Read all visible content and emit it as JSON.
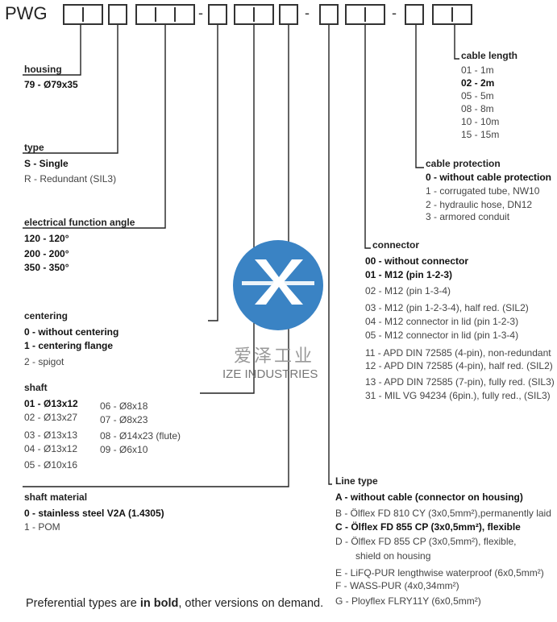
{
  "code": {
    "prefix": "PWG",
    "separators": [
      "-",
      "-",
      "-",
      "-"
    ]
  },
  "sections": {
    "housing": {
      "title": "housing",
      "items": [
        {
          "text": "79  -  Ø79x35",
          "bold": true
        }
      ]
    },
    "type": {
      "title": "type",
      "items": [
        {
          "text": "S  -  Single",
          "bold": true
        },
        {
          "text": "R  -  Redundant (SIL3)",
          "bold": false
        }
      ]
    },
    "angle": {
      "title": "electrical function angle",
      "items": [
        {
          "text": "120  -  120°",
          "bold": true
        },
        {
          "text": "200  -  200°",
          "bold": true
        },
        {
          "text": "350  -  350°",
          "bold": true
        }
      ]
    },
    "centering": {
      "title": "centering",
      "items": [
        {
          "text": "0  -  without centering",
          "bold": true
        },
        {
          "text": "1  -  centering flange",
          "bold": true
        },
        {
          "text": "2  -  spigot",
          "bold": false
        }
      ]
    },
    "shaft": {
      "title": "shaft",
      "items": [
        {
          "text": "01  -  Ø13x12",
          "bold": true
        },
        {
          "text": "02  -  Ø13x27",
          "bold": false
        },
        {
          "text": "03  -  Ø13x13",
          "bold": false
        },
        {
          "text": "04  -  Ø13x12",
          "bold": false
        },
        {
          "text": "05  -  Ø10x16",
          "bold": false
        },
        {
          "text": "06  -  Ø8x18",
          "bold": false
        },
        {
          "text": "07  -  Ø8x23",
          "bold": false
        },
        {
          "text": "08  -  Ø14x23 (flute)",
          "bold": false
        },
        {
          "text": "09  -  Ø6x10",
          "bold": false
        }
      ]
    },
    "shaft_material": {
      "title": "shaft material",
      "items": [
        {
          "text": "0  -  stainless steel  V2A (1.4305)",
          "bold": true
        },
        {
          "text": "1  -  POM",
          "bold": false
        }
      ]
    },
    "cable_length": {
      "title": "cable length",
      "items": [
        {
          "text": "01  -    1m",
          "bold": false
        },
        {
          "text": "02  -   2m",
          "bold": true
        },
        {
          "text": "05  -    5m",
          "bold": false
        },
        {
          "text": "08  -    8m",
          "bold": false
        },
        {
          "text": "10  -  10m",
          "bold": false
        },
        {
          "text": "15  -  15m",
          "bold": false
        }
      ]
    },
    "cable_protection": {
      "title": "cable protection",
      "items": [
        {
          "text": "0  -  without cable protection",
          "bold": true
        },
        {
          "text": "1  -  corrugated tube, NW10",
          "bold": false
        },
        {
          "text": "2  -  hydraulic hose, DN12",
          "bold": false
        },
        {
          "text": "3  -  armored conduit",
          "bold": false
        }
      ]
    },
    "connector": {
      "title": "connector",
      "items": [
        {
          "text": "00  -  without connector",
          "bold": true
        },
        {
          "text": "01  -  M12 (pin 1-2-3)",
          "bold": true
        },
        {
          "text": "02  -  M12 (pin 1-3-4)",
          "bold": false
        },
        {
          "text": "03  -  M12 (pin 1-2-3-4), half red. (SIL2)",
          "bold": false
        },
        {
          "text": "04  -  M12 connector in lid (pin 1-2-3)",
          "bold": false
        },
        {
          "text": "05  -  M12 connector in lid (pin 1-3-4)",
          "bold": false
        },
        {
          "text": "11  -  APD DIN 72585 (4-pin), non-redundant",
          "bold": false
        },
        {
          "text": "12  -  APD DIN 72585 (4-pin), half red. (SIL2)",
          "bold": false
        },
        {
          "text": "13  -  APD DIN 72585 (7-pin), fully red. (SIL3)",
          "bold": false
        },
        {
          "text": "31  -  MIL VG 94234 (6pin.), fully red., (SIL3)",
          "bold": false
        }
      ]
    },
    "line_type": {
      "title": "Line type",
      "items": [
        {
          "text": "A  -  without cable (connector on housing)",
          "bold": true
        },
        {
          "text": "B  -  Ölflex FD 810 CY (3x0,5mm²),permanently laid",
          "bold": false
        },
        {
          "text": "C  -  Ölflex FD 855 CP (3x0,5mm²), flexible",
          "bold": true
        },
        {
          "text": "D  -  Ölflex FD 855 CP (3x0,5mm²), flexible,",
          "bold": false
        },
        {
          "text": "shield on housing",
          "bold": false
        },
        {
          "text": "E  -  LiFQ-PUR lengthwise waterproof (6x0,5mm²)",
          "bold": false
        },
        {
          "text": "F  -  WASS-PUR (4x0,34mm²)",
          "bold": false
        },
        {
          "text": "G  -  Ployflex FLRY11Y (6x0,5mm²)",
          "bold": false
        }
      ]
    }
  },
  "footer": {
    "before": "Preferential types are ",
    "bold": "in bold",
    "after": ", other versions on demand."
  },
  "watermark": {
    "cn": "爱泽工业",
    "en": "IZE INDUSTRIES",
    "logo_color": "#3a83c4"
  }
}
